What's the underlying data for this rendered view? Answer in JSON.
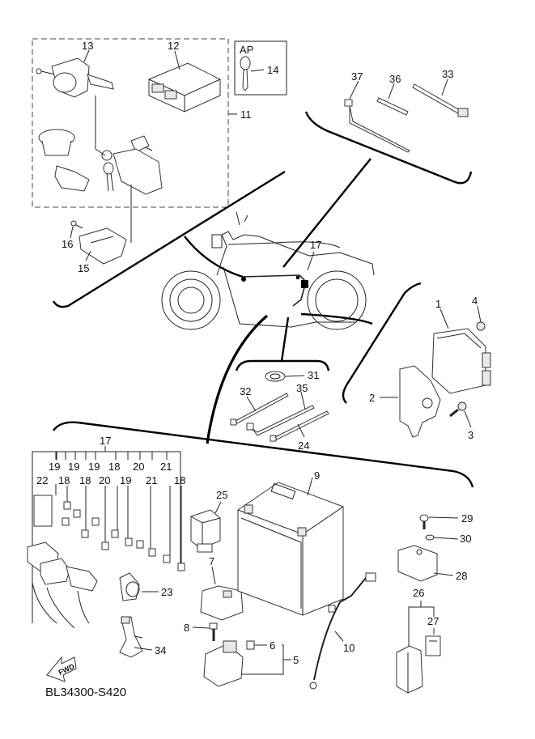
{
  "diagram": {
    "code": "BL34300-S420",
    "ap_box_label": "AP",
    "fwd_label": "FWD",
    "callouts": {
      "c1": "1",
      "c2": "2",
      "c3": "3",
      "c4": "4",
      "c5": "5",
      "c6": "6",
      "c7": "7",
      "c8": "8",
      "c9": "9",
      "c10": "10",
      "c11": "11",
      "c12": "12",
      "c13": "13",
      "c14": "14",
      "c15": "15",
      "c16": "16",
      "c17a": "17",
      "c17b": "17",
      "c22": "22",
      "c23": "23",
      "c24": "24",
      "c25": "25",
      "c26": "26",
      "c27": "27",
      "c28": "28",
      "c29": "29",
      "c30": "30",
      "c31": "31",
      "c32": "32",
      "c33": "33",
      "c34": "34",
      "c35": "35",
      "c36": "36",
      "c37": "37"
    },
    "fuse_row_top": [
      "19",
      "19",
      "19",
      "18",
      "20",
      "21"
    ],
    "fuse_row_bottom": [
      "18",
      "18",
      "20",
      "19",
      "21",
      "18"
    ]
  }
}
